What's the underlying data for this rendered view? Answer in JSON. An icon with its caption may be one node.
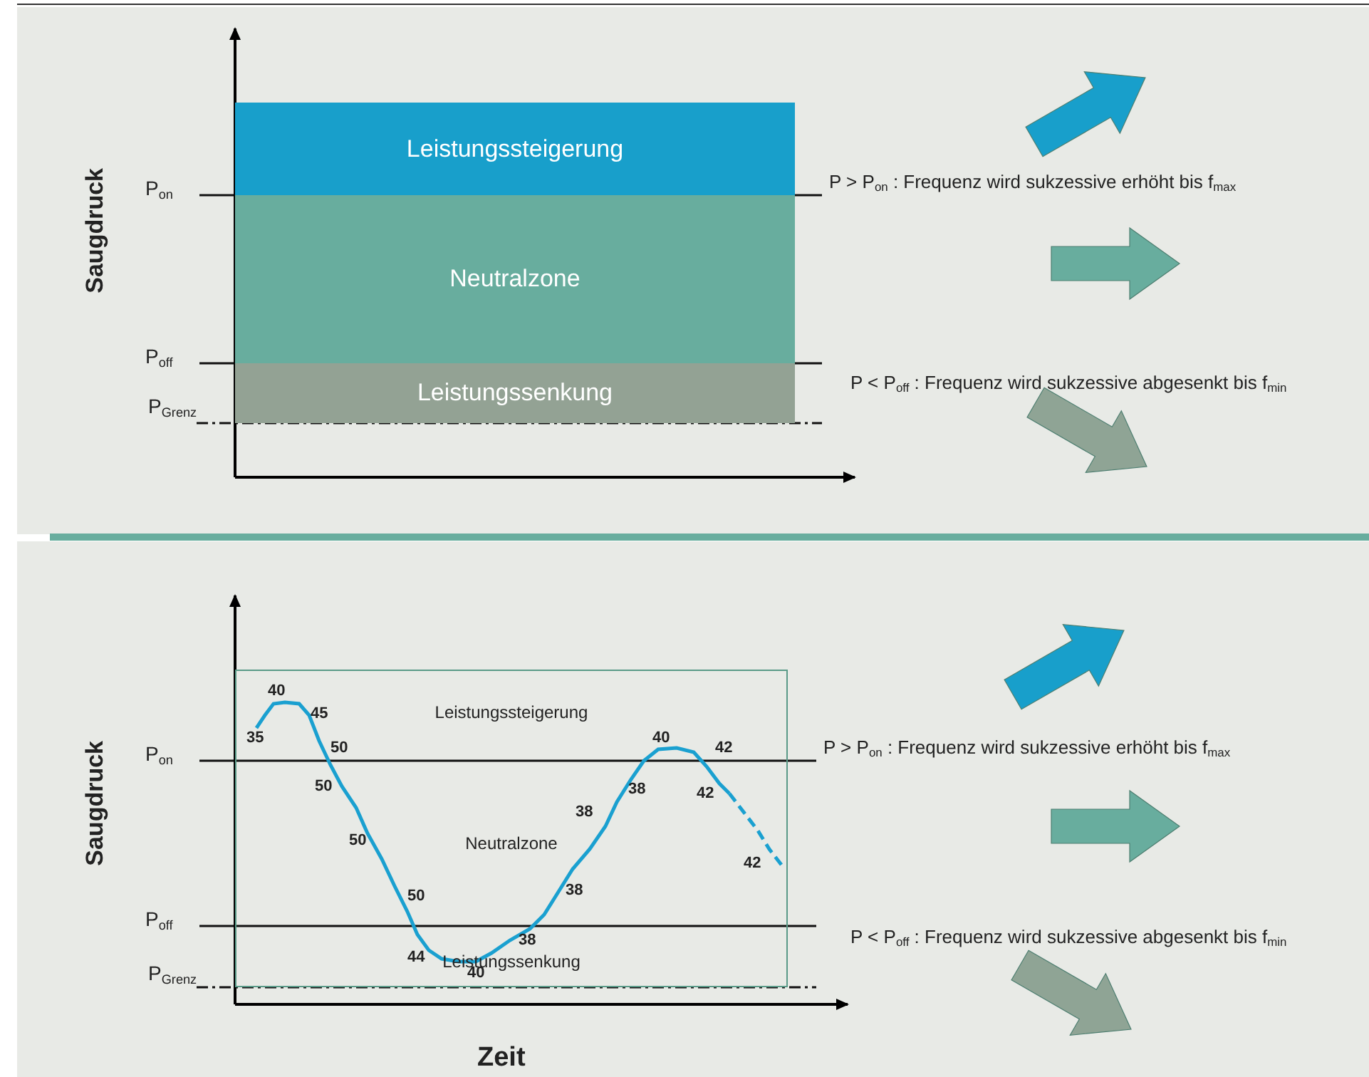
{
  "diagram": {
    "nodes": [
      {
        "text": [
          "Leistungssteigerung"
        ]
      },
      {
        "text": [
          "Neutralzone"
        ]
      },
      {
        "text": [
          "Leistungssenkung"
        ]
      },
      {
        "text": [
          "Leistungssteigerung",
          "Neutralzone",
          "Leistungssenkung"
        ]
      }
    ],
    "edges": [],
    "labels": [
      "Saugdruck",
      "P$_{on}$",
      "P$_{off}$",
      "P$_{Grenz}$",
      "P > P$_{on}$ : Frequenz wird sukzessive erhöht bis f$_{max}$",
      "P < P$_{off}$ : Frequenz wird sukzessive abgesenkt bis f$_{min}$",
      "Saugdruck",
      "P$_{on}$",
      "P$_{off}$",
      "P$_{Grenz}$",
      "40",
      "45",
      "35",
      "50",
      "50",
      "50",
      "50",
      "44",
      "40",
      "38",
      "38",
      "38",
      "38",
      "40",
      "42",
      "42",
      "42",
      "P > P$_{on}$ : Frequenz wird sukzessive erhöht bis f$_{max}$",
      "P < P$_{off}$ : Frequenz wird sukzessive abgesenkt bis f$_{min}$",
      "Zeit"
    ]
  }
}
